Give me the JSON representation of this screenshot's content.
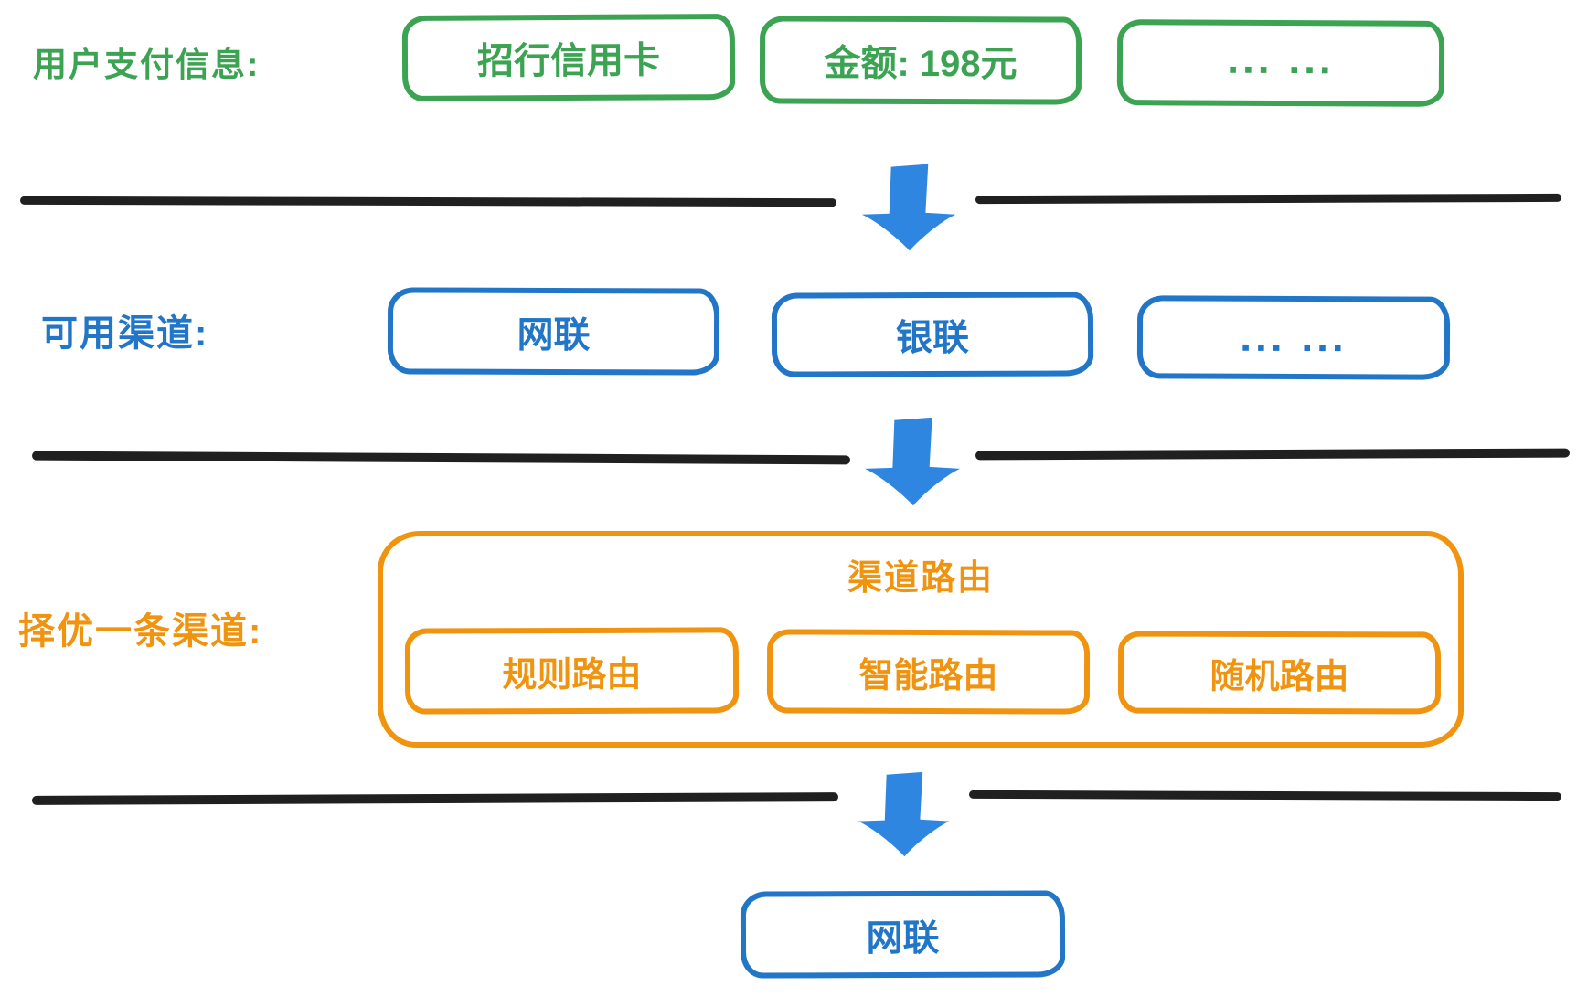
{
  "diagram_title": "payment-channel-routing-flow",
  "rows": {
    "payment": {
      "label": "用户支付信息:",
      "boxes": [
        "招行信用卡",
        "金额: 198元",
        "... ..."
      ]
    },
    "channels": {
      "label": "可用渠道:",
      "boxes": [
        "网联",
        "银联",
        "... ..."
      ]
    },
    "routing": {
      "label": "择优一条渠道:",
      "container_title": "渠道路由",
      "boxes": [
        "规则路由",
        "智能路由",
        "随机路由"
      ]
    },
    "result": {
      "box": "网联"
    }
  },
  "colors": {
    "green": "#3ba352",
    "blue": "#2176c7",
    "orange": "#f0930f",
    "arrow_blue": "#2e86e0",
    "divider_black": "#202020"
  }
}
